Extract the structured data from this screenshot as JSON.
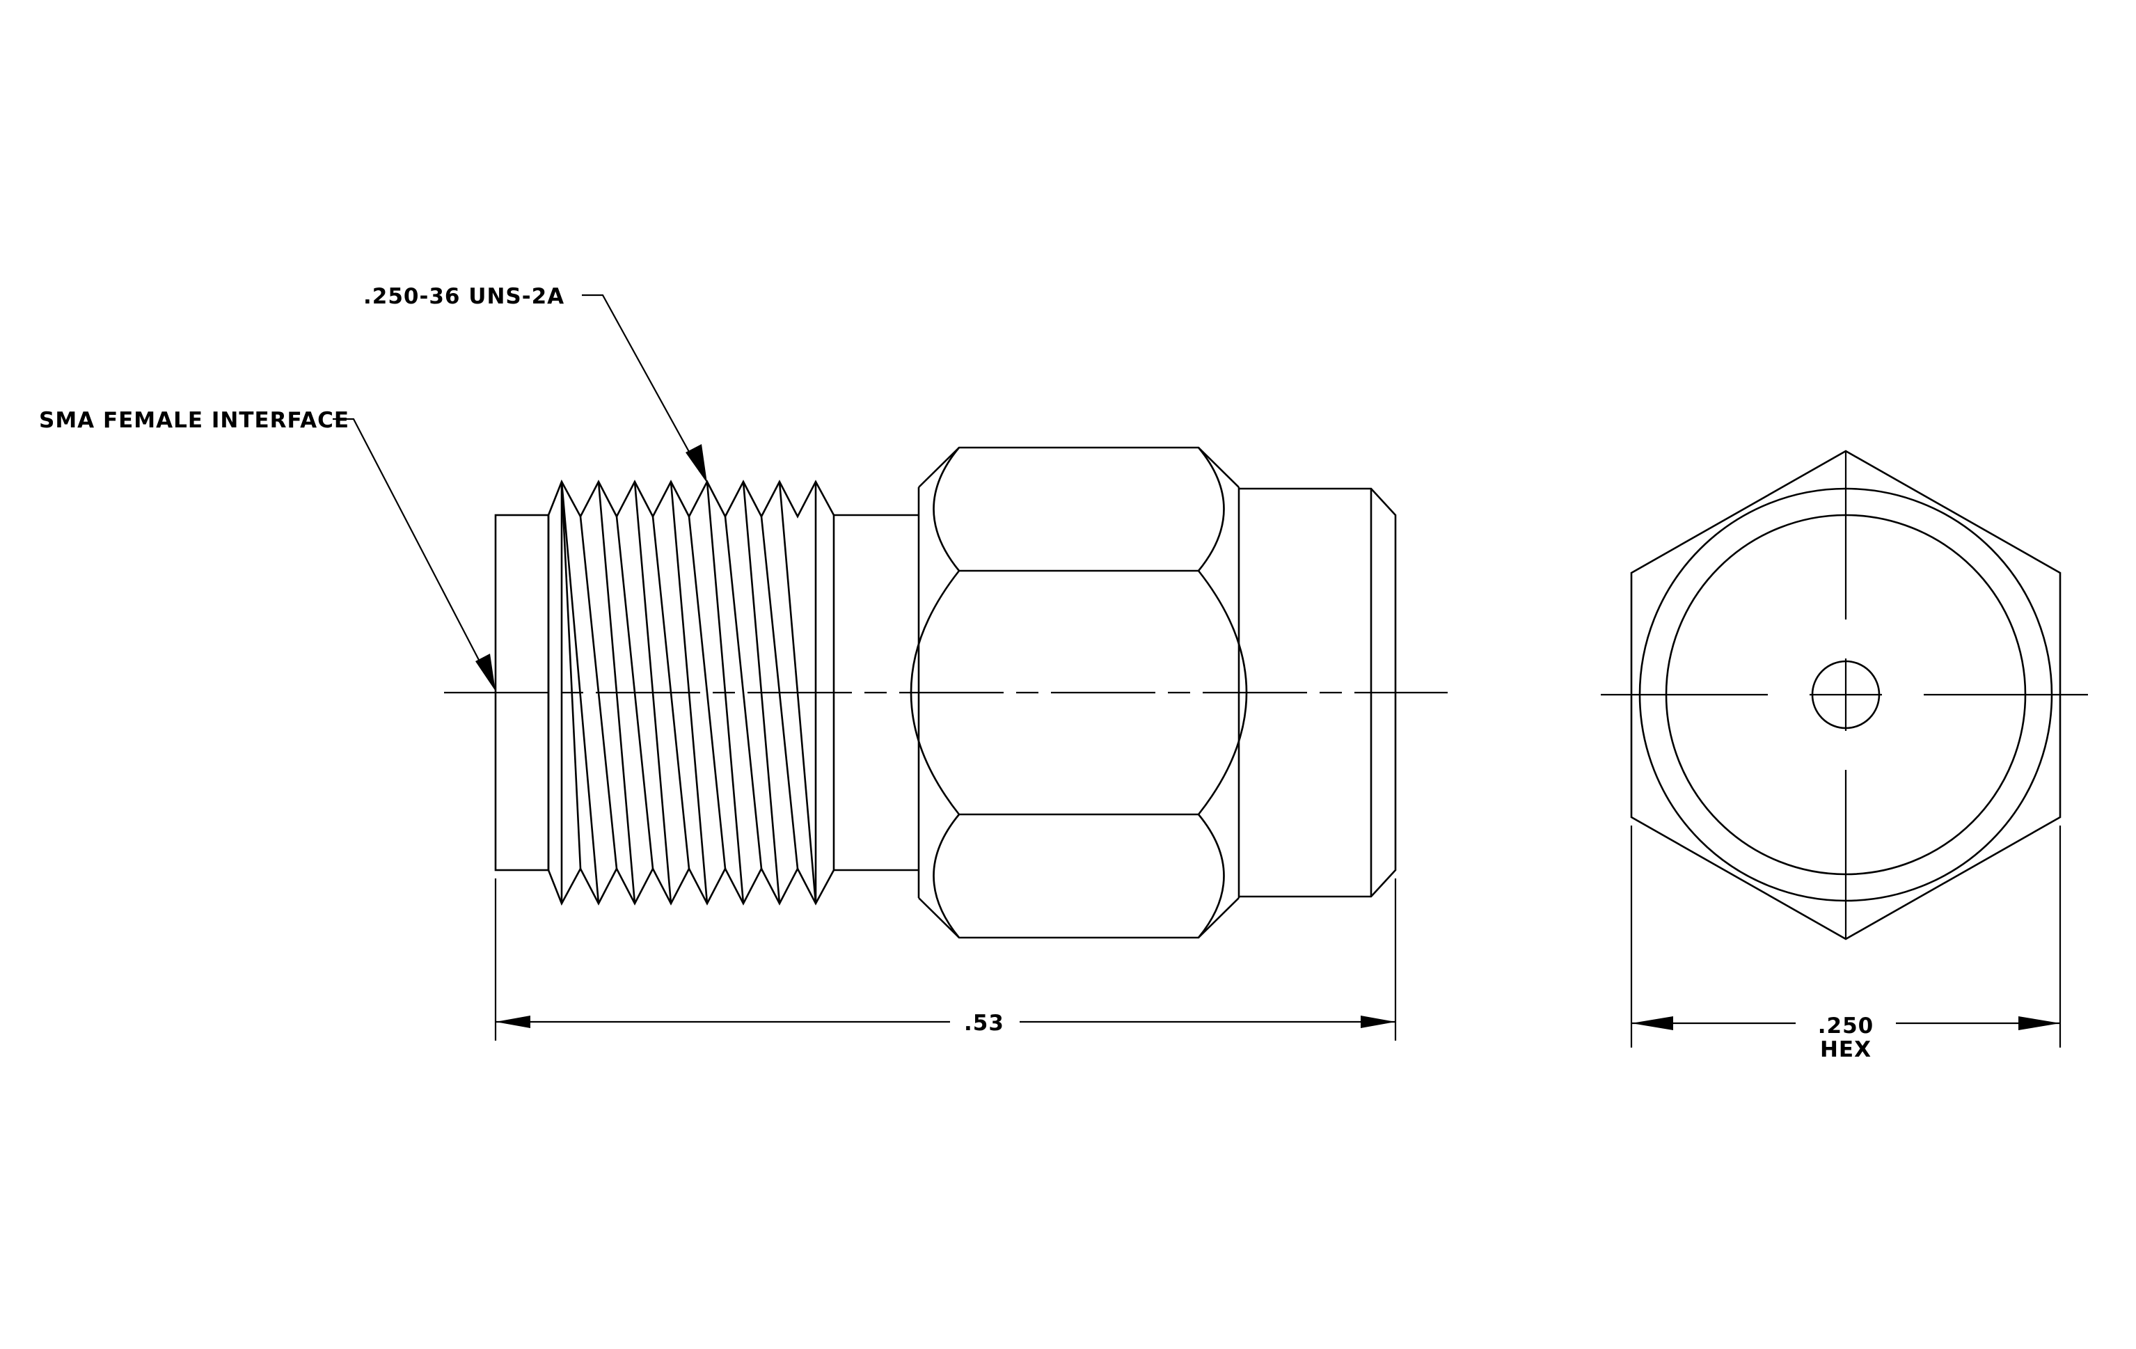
{
  "callouts": {
    "thread_spec": ".250-36 UNS-2A",
    "interface": "SMA FEMALE INTERFACE"
  },
  "dimensions": {
    "overall_length": ".53",
    "hex_size": ".250",
    "hex_label": "HEX"
  },
  "colors": {
    "line": "#000000",
    "background": "#ffffff"
  }
}
